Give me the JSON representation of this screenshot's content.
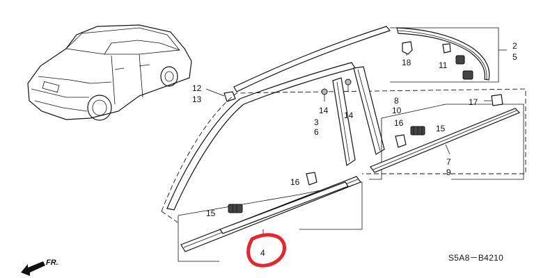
{
  "callouts": {
    "c2": "2",
    "c5": "5",
    "c18": "18",
    "c11": "11",
    "c12": "12",
    "c13": "13",
    "c8": "8",
    "c10": "10",
    "c3": "3",
    "c6": "6",
    "c14a": "14",
    "c14b": "14",
    "c17": "17",
    "c16a": "16",
    "c15a": "15",
    "c7": "7",
    "c9": "9",
    "c16b": "16",
    "c15b": "15",
    "c4": "4"
  },
  "diagram_code": "S5A8－B4210",
  "front_arrow_label": "FR.",
  "highlight_color": "#e8242c"
}
